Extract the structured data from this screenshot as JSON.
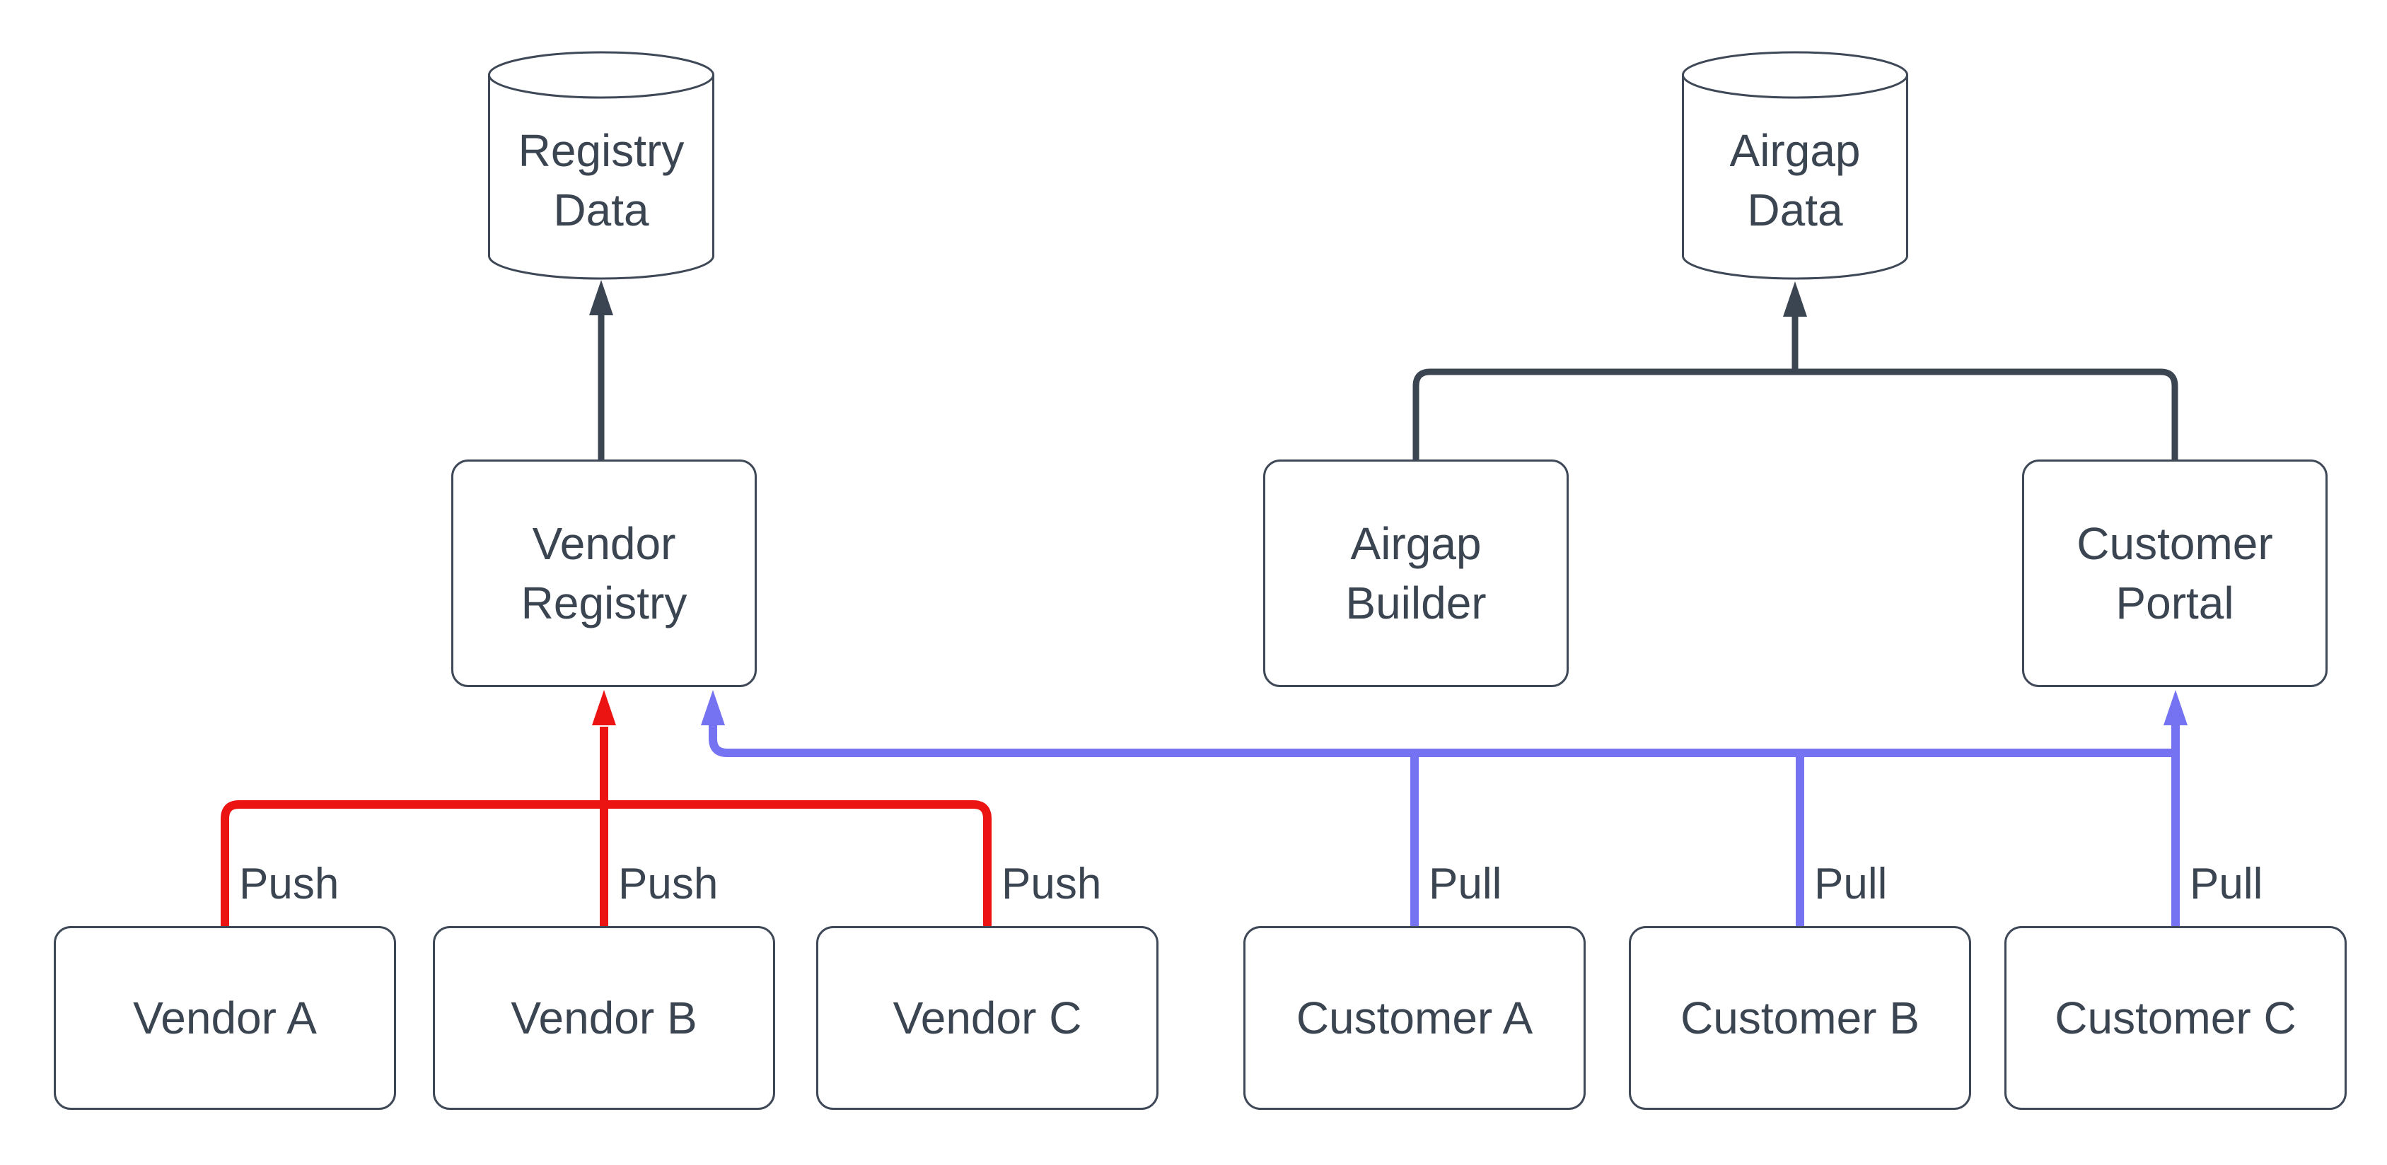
{
  "diagram": {
    "background": "#ffffff",
    "colors": {
      "node_border": "#3e4857",
      "text": "#3b4552",
      "dark_edge": "#3b4552",
      "push_edge": "#ec1313",
      "pull_edge": "#7573f2"
    },
    "datastores": [
      {
        "label": "Registry\nData"
      },
      {
        "label": "Airgap\nData"
      }
    ],
    "services": [
      {
        "label": "Vendor\nRegistry"
      },
      {
        "label": "Airgap\nBuilder"
      },
      {
        "label": "Customer\nPortal"
      }
    ],
    "vendors": [
      {
        "label": "Vendor A",
        "edge_label": "Push"
      },
      {
        "label": "Vendor B",
        "edge_label": "Push"
      },
      {
        "label": "Vendor C",
        "edge_label": "Push"
      }
    ],
    "customers": [
      {
        "label": "Customer A",
        "edge_label": "Pull"
      },
      {
        "label": "Customer B",
        "edge_label": "Pull"
      },
      {
        "label": "Customer C",
        "edge_label": "Pull"
      }
    ]
  }
}
